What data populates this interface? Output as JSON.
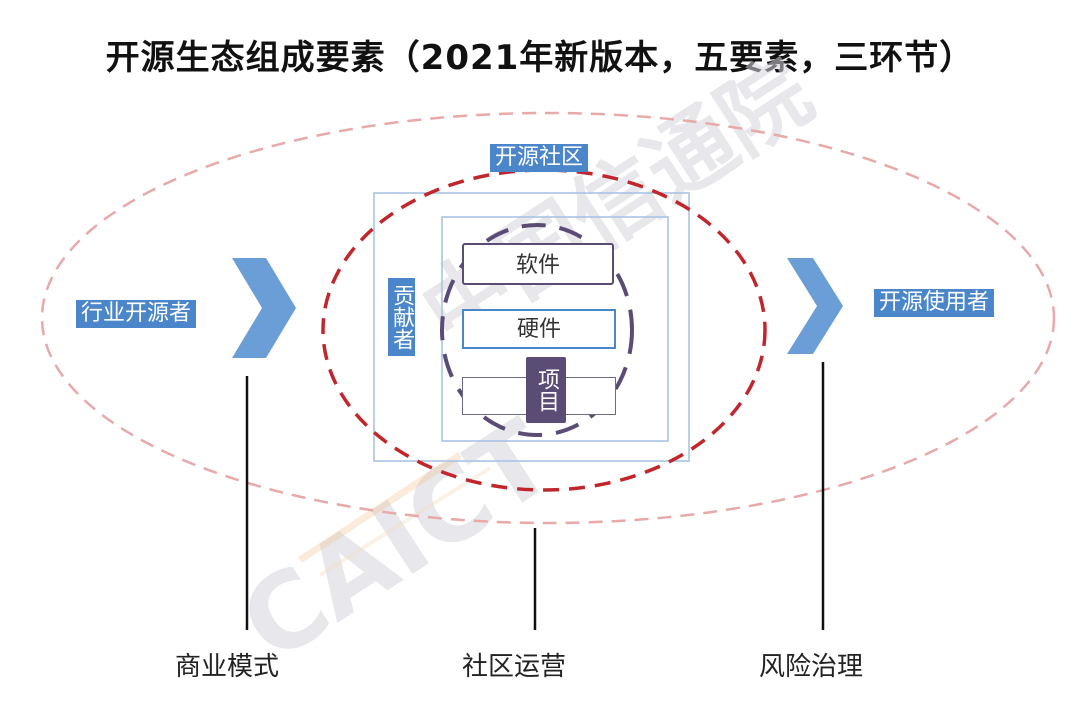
{
  "title": "开源生态组成要素（2021年新版本，五要素，三环节）",
  "diagram": {
    "community_label": "开源社区",
    "contributor_label": "贡献者",
    "industry_label": "行业开源者",
    "user_label": "开源使用者",
    "project_label": "项目",
    "items": {
      "software": "软件",
      "hardware": "硬件",
      "more": "..."
    }
  },
  "stages": {
    "business": "商业模式",
    "community_ops": "社区运营",
    "risk": "风险治理"
  },
  "watermark": {
    "org_name": "中国信通院",
    "abbr": "CAICT"
  },
  "colors": {
    "accent_blue": "#4a86c9",
    "chevron_blue": "#5b93d3",
    "dashed_red": "#c0262c",
    "dashed_pink": "#e8a9a9",
    "project_purple": "#5b4c76",
    "box_blue": "#a9c3e3"
  }
}
